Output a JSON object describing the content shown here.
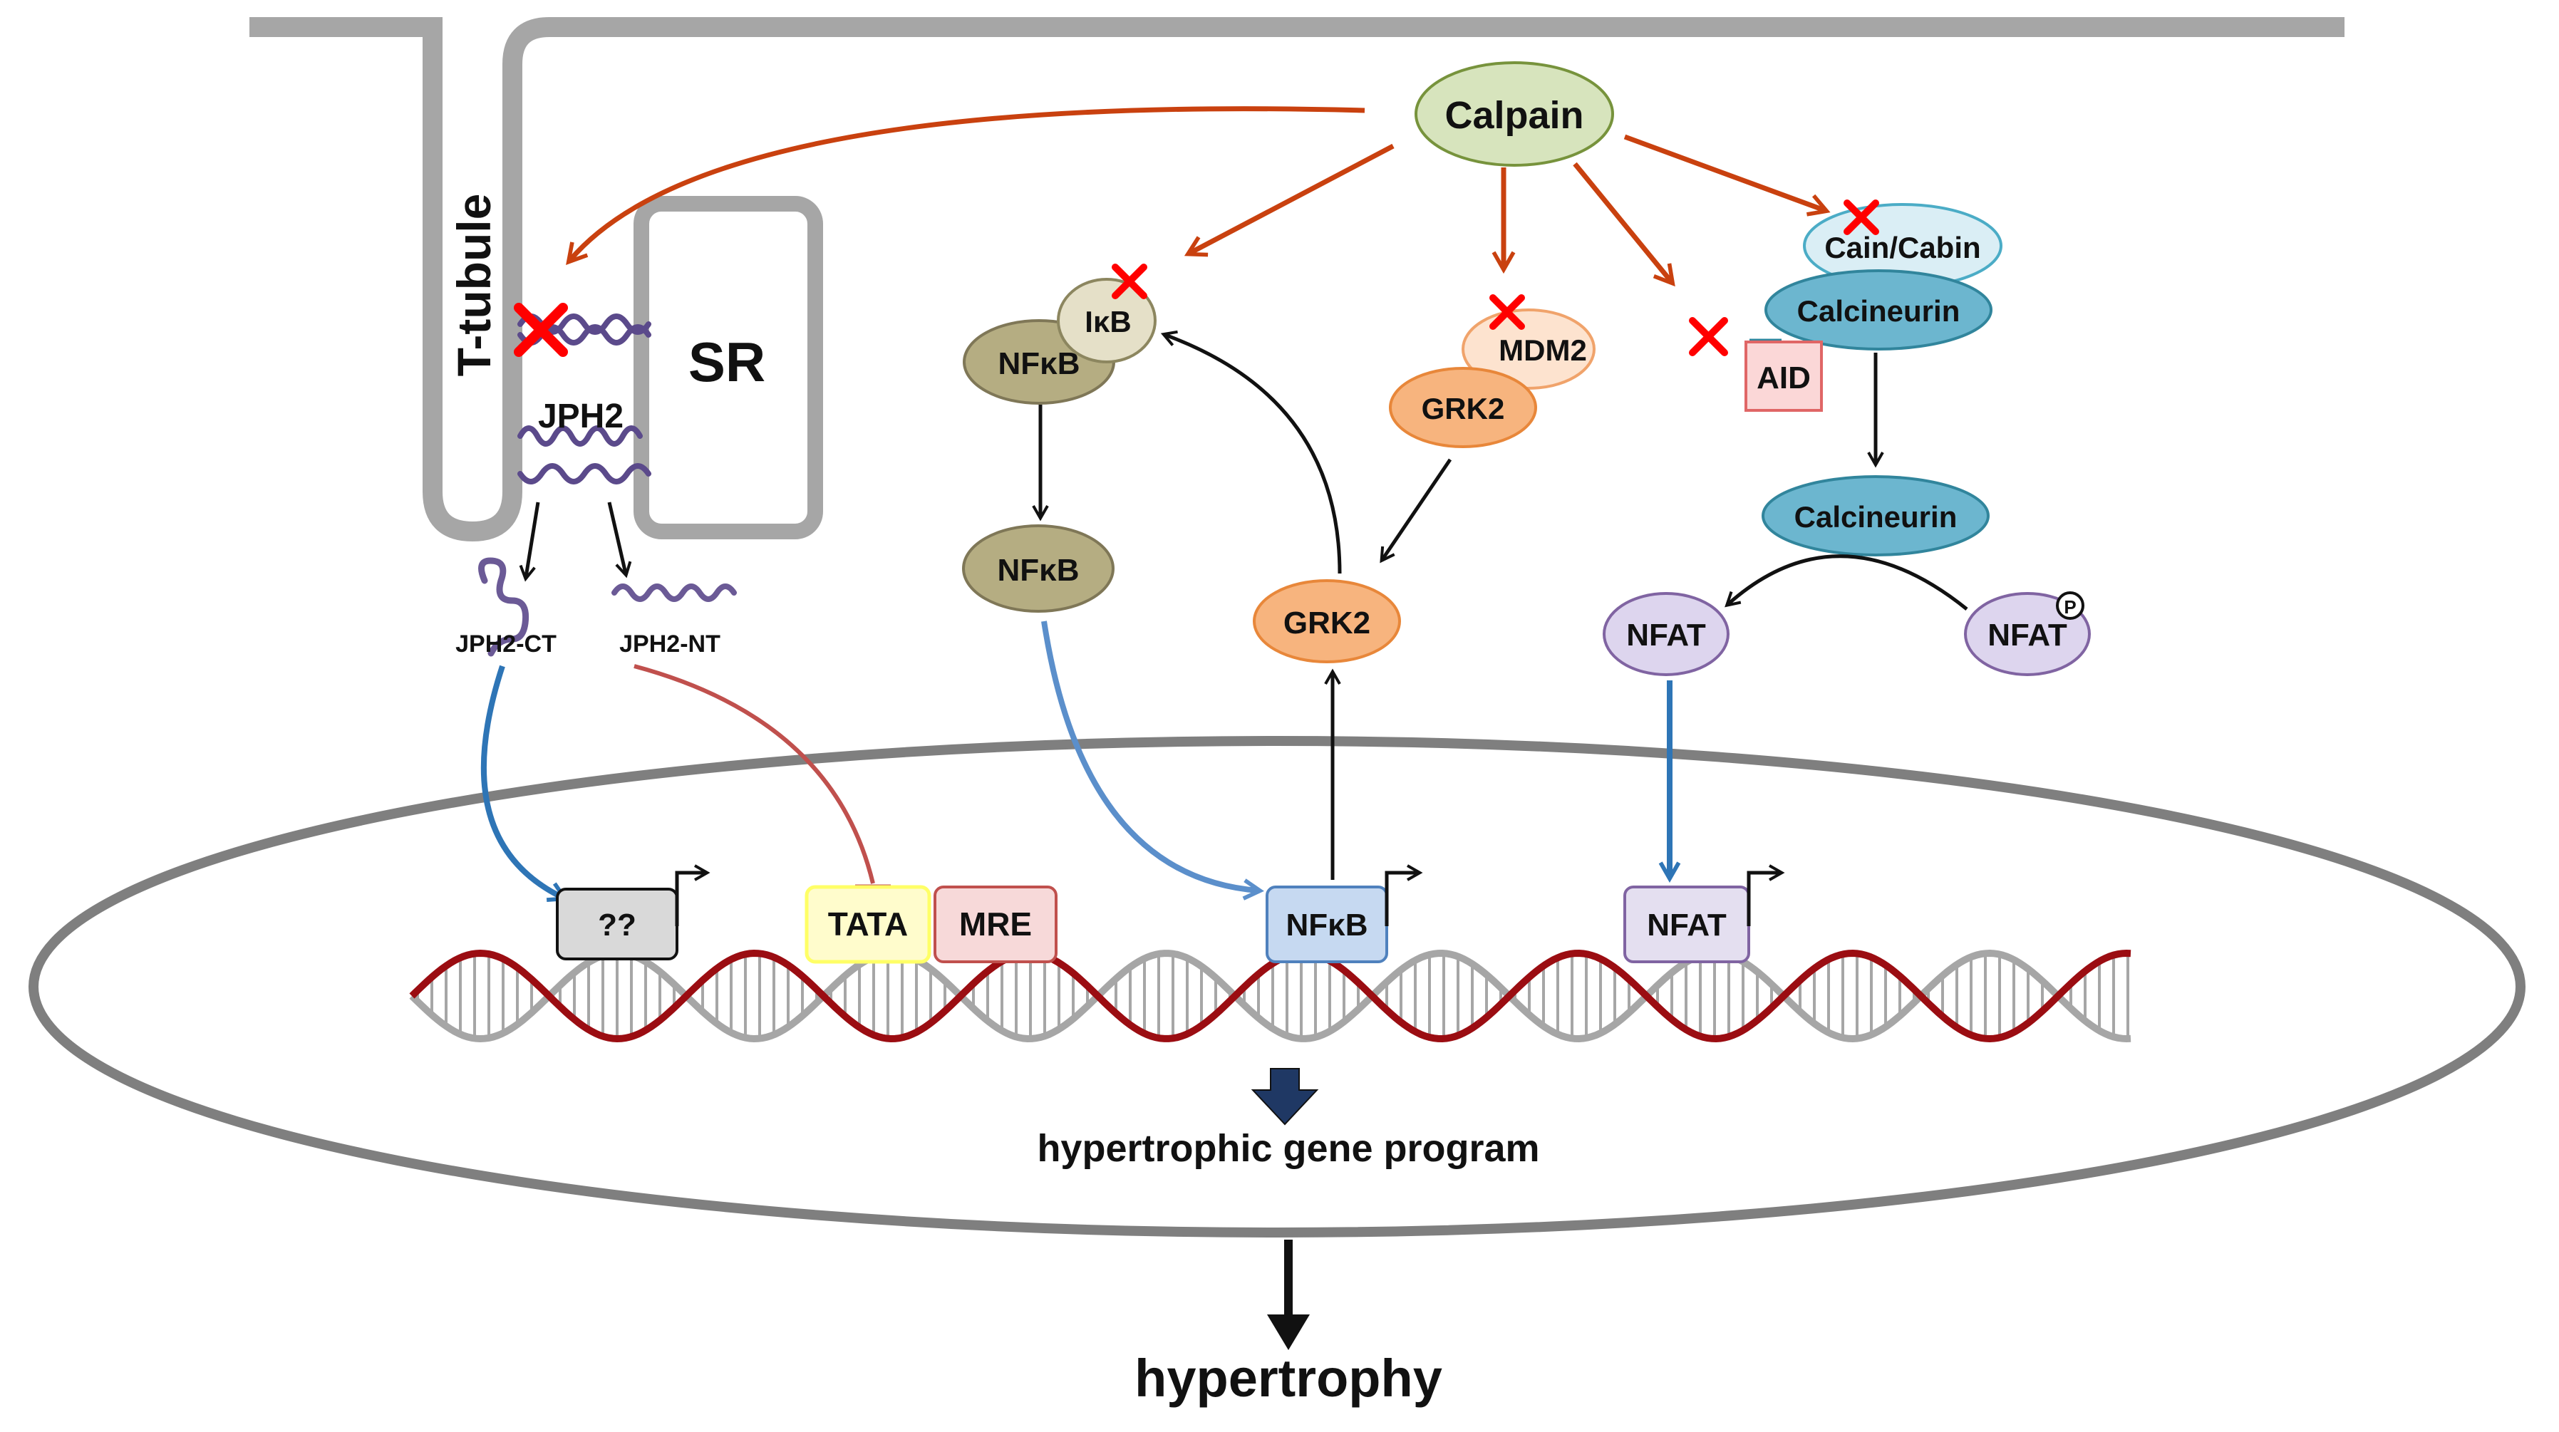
{
  "labels": {
    "t_tubule": "T-tubule",
    "sr": "SR",
    "jph2": "JPH2",
    "jph2_ct": "JPH2-CT",
    "jph2_nt": "JPH2-NT",
    "calpain": "Calpain",
    "ikb": "IκB",
    "nfkb_complex": "NFκB",
    "nfkb_free": "NFκB",
    "mdm2": "MDM2",
    "grk2_complex": "GRK2",
    "grk2_free": "GRK2",
    "cain_cabin": "Cain/Cabin",
    "calcineurin_complex": "Calcineurin",
    "aid": "AID",
    "calcineurin_free": "Calcineurin",
    "nfat_dephos": "NFAT",
    "nfat_phos": "NFAT",
    "phospho_mark": "P",
    "promoter_unknown": "??",
    "promoter_tata": "TATA",
    "promoter_mre": "MRE",
    "promoter_nfkb": "NFκB",
    "promoter_nfat": "NFAT",
    "gene_program": "hypertrophic gene program",
    "outcome": "hypertrophy"
  },
  "colors": {
    "membrane": "#a6a6a6",
    "cleavage_arrow": "#c9410f",
    "inhibition_line": "#c0504d",
    "translocation_arrow": "#2e75b6",
    "translocation_arrow_nfkb": "#5b8fcb",
    "block_cross": "#ff0000",
    "calpain_fill": "#d7e4bd",
    "nfkb_fill": "#b5ad82",
    "grk2_fill": "#f7b47e",
    "mdm2_fill": "#fde3cf",
    "calcineurin_fill": "#6cb6cf",
    "cain_fill": "#daeef5",
    "nfat_fill": "#ddd5ee",
    "dna_strand_red": "#9b0d12",
    "dna_strand_gray": "#a6a6a6"
  }
}
